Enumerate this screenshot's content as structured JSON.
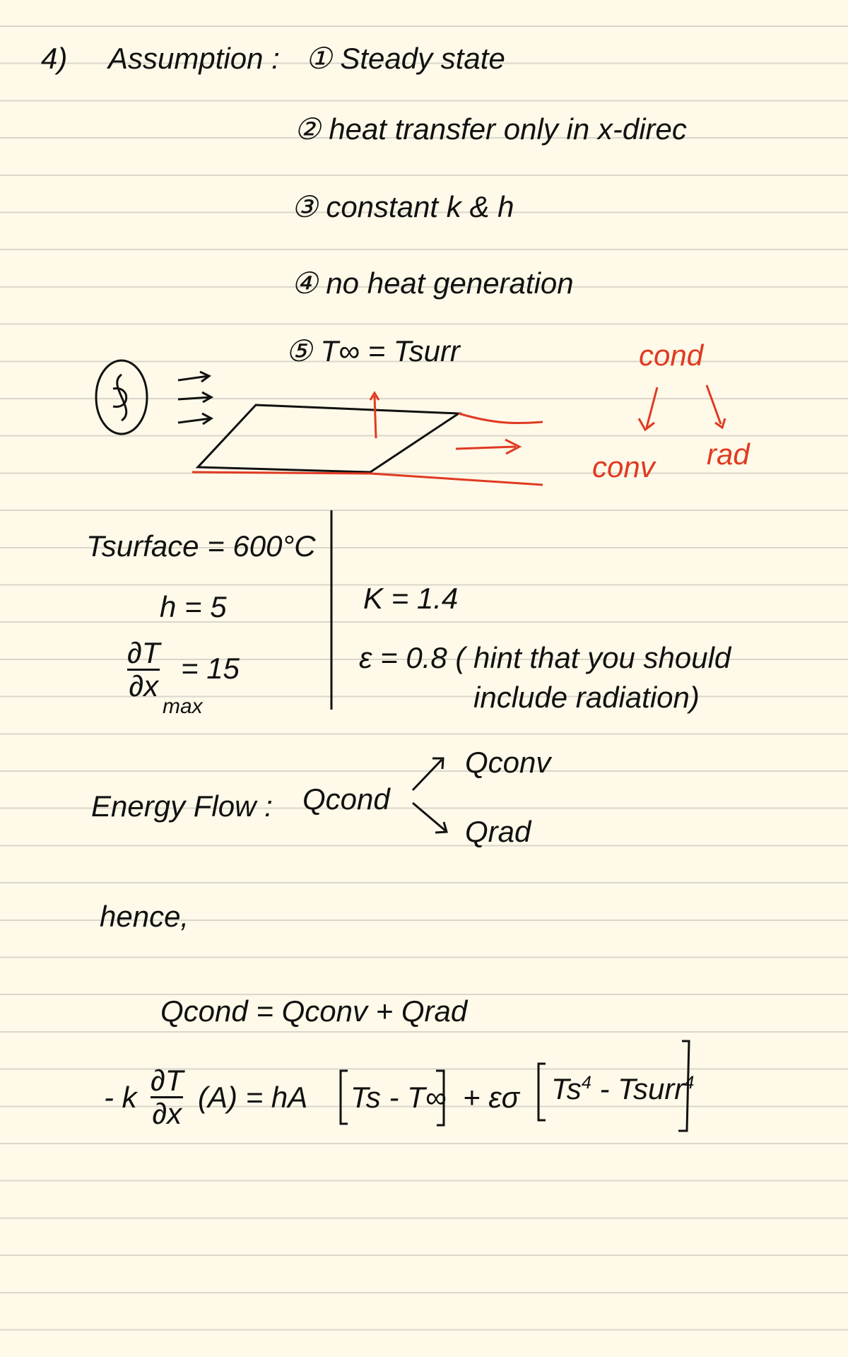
{
  "header": {
    "number": "4)",
    "label": "Assumption :"
  },
  "assumptions": [
    {
      "marker": "①",
      "text": "Steady state"
    },
    {
      "marker": "②",
      "text": "heat transfer only in x-direc"
    },
    {
      "marker": "③",
      "text": "constant k & h"
    },
    {
      "marker": "④",
      "text": "no heat generation"
    },
    {
      "marker": "⑤",
      "text": "T∞ = Tsurr"
    }
  ],
  "diagram": {
    "cond": "cond",
    "conv": "conv",
    "rad": "rad",
    "fan_icon": "fan-icon",
    "accent_color": "#e03a22"
  },
  "givens": {
    "tsurface": "Tsurface = 600°C",
    "h": "h = 5",
    "dTdx_num": "∂T",
    "dTdx_den": "∂x",
    "dTdx_sub": "max",
    "dTdx_val": "= 15",
    "k": "K = 1.4",
    "eps": "ε = 0.8 ( hint that you should",
    "eps2": "include radiation)"
  },
  "energy": {
    "label": "Energy Flow :",
    "qcond": "Qcond",
    "qconv": "Qconv",
    "qrad": "Qrad"
  },
  "hence": "hence,",
  "eq1": "Qcond = Qconv + Qrad",
  "eq2": {
    "lhs_pre": "- k",
    "num": "∂T",
    "den": "∂x",
    "lhs_post": "(A)  =  hA",
    "conv": "Ts - T∞",
    "plus": "+  εσ",
    "rad_a": "Ts",
    "rad_mid": " - ",
    "rad_b": "Tsurr",
    "pow": "4"
  }
}
